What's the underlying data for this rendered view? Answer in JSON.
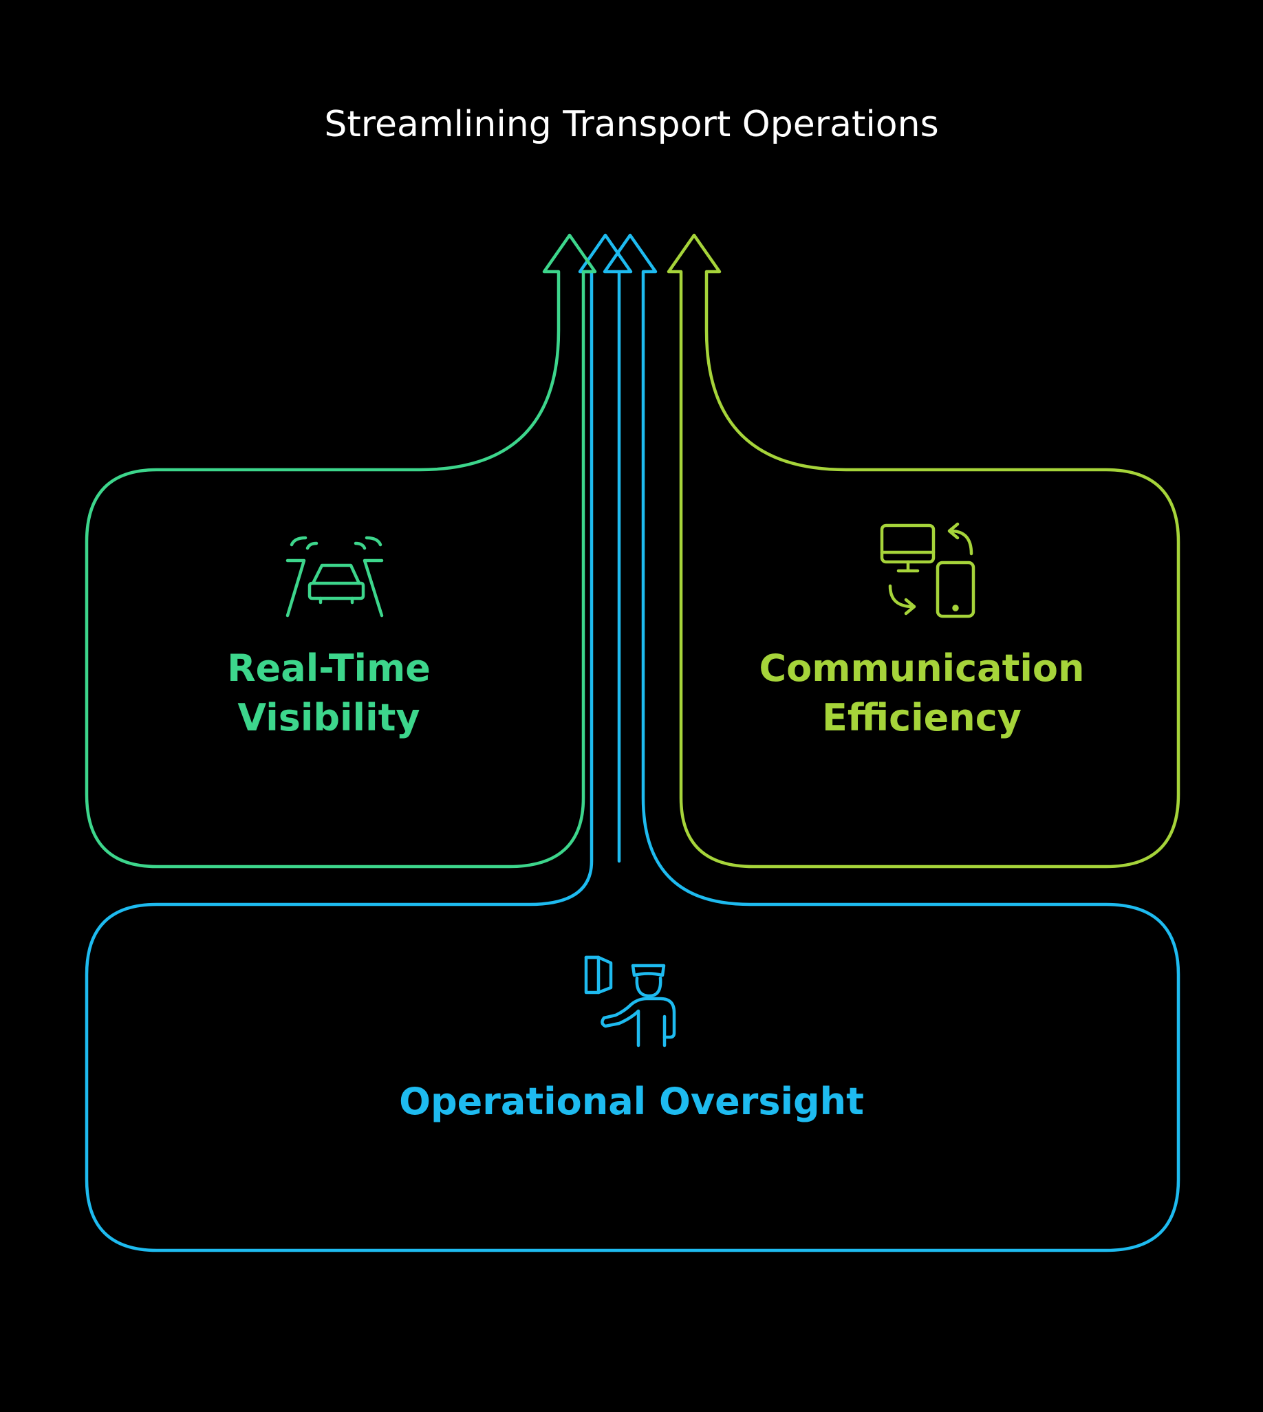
{
  "title": "Streamlining Transport Operations",
  "colors": {
    "background": "#000000",
    "title": "#ffffff",
    "real_time_visibility": "#3dd68c",
    "communication_efficiency": "#a6d43a",
    "operational_oversight": "#1ebbf0"
  },
  "sections": {
    "real_time_visibility": {
      "label_line1": "Real-Time",
      "label_line2": "Visibility",
      "icon": "car-with-sensor-waves-icon"
    },
    "communication_efficiency": {
      "label_line1": "Communication",
      "label_line2": "Efficiency",
      "icon": "desktop-mobile-sync-icon"
    },
    "operational_oversight": {
      "label": "Operational Oversight",
      "icon": "traffic-officer-with-box-icon"
    }
  }
}
